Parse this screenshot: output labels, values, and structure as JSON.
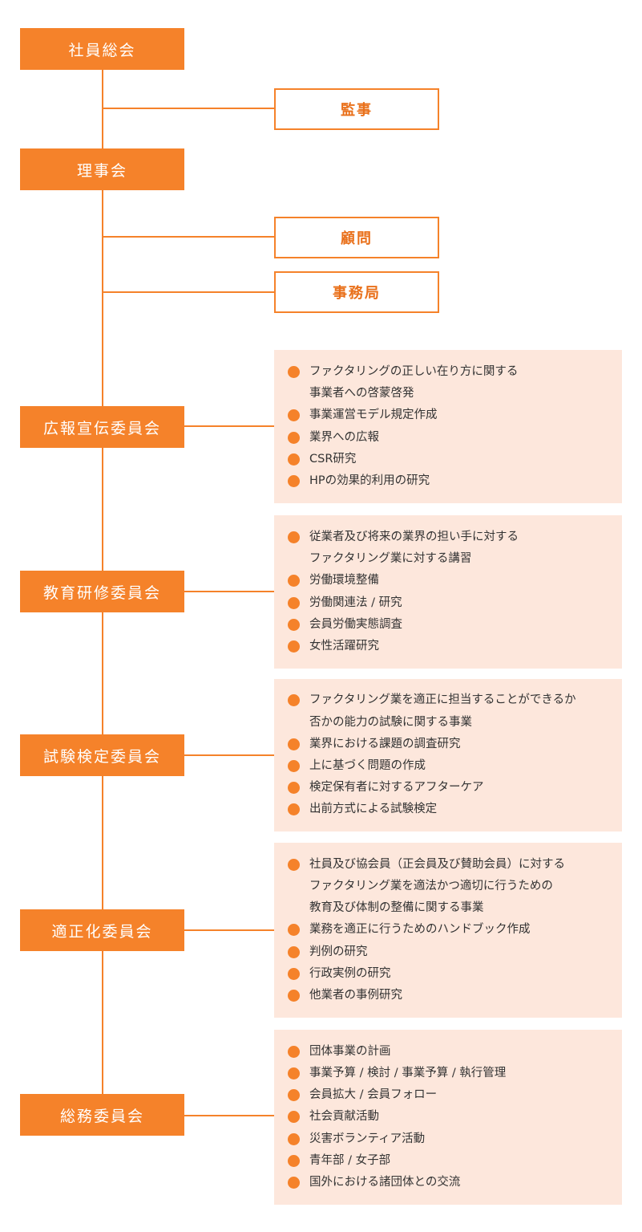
{
  "org_chart": {
    "general_assembly": "社員総会",
    "auditor": "監事",
    "board": "理事会",
    "advisor": "顧問",
    "secretariat": "事務局"
  },
  "committees": [
    {
      "name": "広報宣伝委員会",
      "items": [
        [
          "ファクタリングの正しい在り方に関する",
          "事業者への啓蒙啓発"
        ],
        [
          "事業運営モデル規定作成"
        ],
        [
          "業界への広報"
        ],
        [
          "CSR研究"
        ],
        [
          "HPの効果的利用の研究"
        ]
      ]
    },
    {
      "name": "教育研修委員会",
      "items": [
        [
          "従業者及び将来の業界の担い手に対する",
          "ファクタリング業に対する講習"
        ],
        [
          "労働環境整備"
        ],
        [
          "労働関連法 / 研究"
        ],
        [
          "会員労働実態調査"
        ],
        [
          "女性活躍研究"
        ]
      ]
    },
    {
      "name": "試験検定委員会",
      "items": [
        [
          "ファクタリング業を適正に担当することができるか",
          "否かの能力の試験に関する事業"
        ],
        [
          "業界における課題の調査研究"
        ],
        [
          "上に基づく問題の作成"
        ],
        [
          "検定保有者に対するアフターケア"
        ],
        [
          "出前方式による試験検定"
        ]
      ]
    },
    {
      "name": "適正化委員会",
      "items": [
        [
          "社員及び協会員（正会員及び賛助会員）に対する",
          "ファクタリング業を適法かつ適切に行うための",
          "教育及び体制の整備に関する事業"
        ],
        [
          "業務を適正に行うためのハンドブック作成"
        ],
        [
          "判例の研究"
        ],
        [
          "行政実例の研究"
        ],
        [
          "他業者の事例研究"
        ]
      ]
    },
    {
      "name": "総務委員会",
      "items": [
        [
          "団体事業の計画"
        ],
        [
          "事業予算 / 検討 / 事業予算 / 執行管理"
        ],
        [
          "会員拡大 / 会員フォロー"
        ],
        [
          "社会貢献活動"
        ],
        [
          "災害ボランティア活動"
        ],
        [
          "青年部 / 女子部"
        ],
        [
          "国外における諸団体との交流"
        ]
      ]
    }
  ],
  "colors": {
    "accent": "#f5822a",
    "panel_bg": "#fde7dc",
    "text": "#333333"
  }
}
